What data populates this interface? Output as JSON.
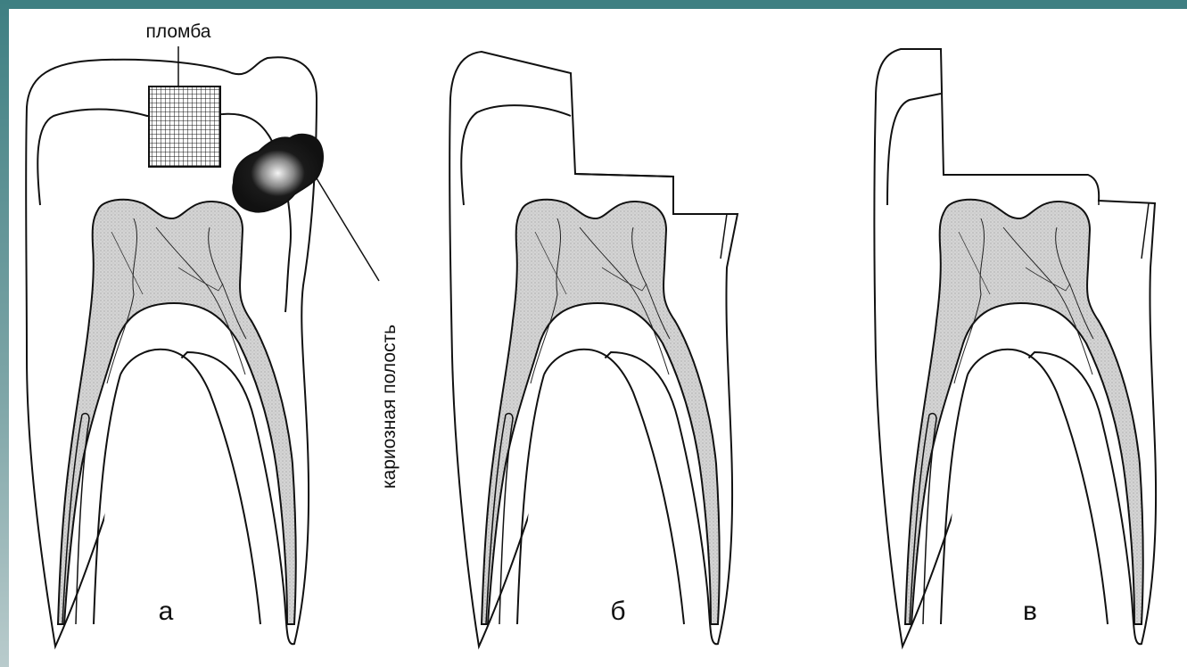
{
  "labels": {
    "filling": "пломба",
    "carious_cavity": "кариозная полость",
    "panel_a": "а",
    "panel_b": "б",
    "panel_c": "в"
  },
  "colors": {
    "frame": "#3e7f82",
    "background": "#ffffff",
    "outline": "#111111",
    "pulp": "#d4d4d4",
    "caries": "#1a1a1a"
  },
  "icons": {
    "filling": "crosshatched-rectangle",
    "caries": "dark-irregular-blot"
  }
}
